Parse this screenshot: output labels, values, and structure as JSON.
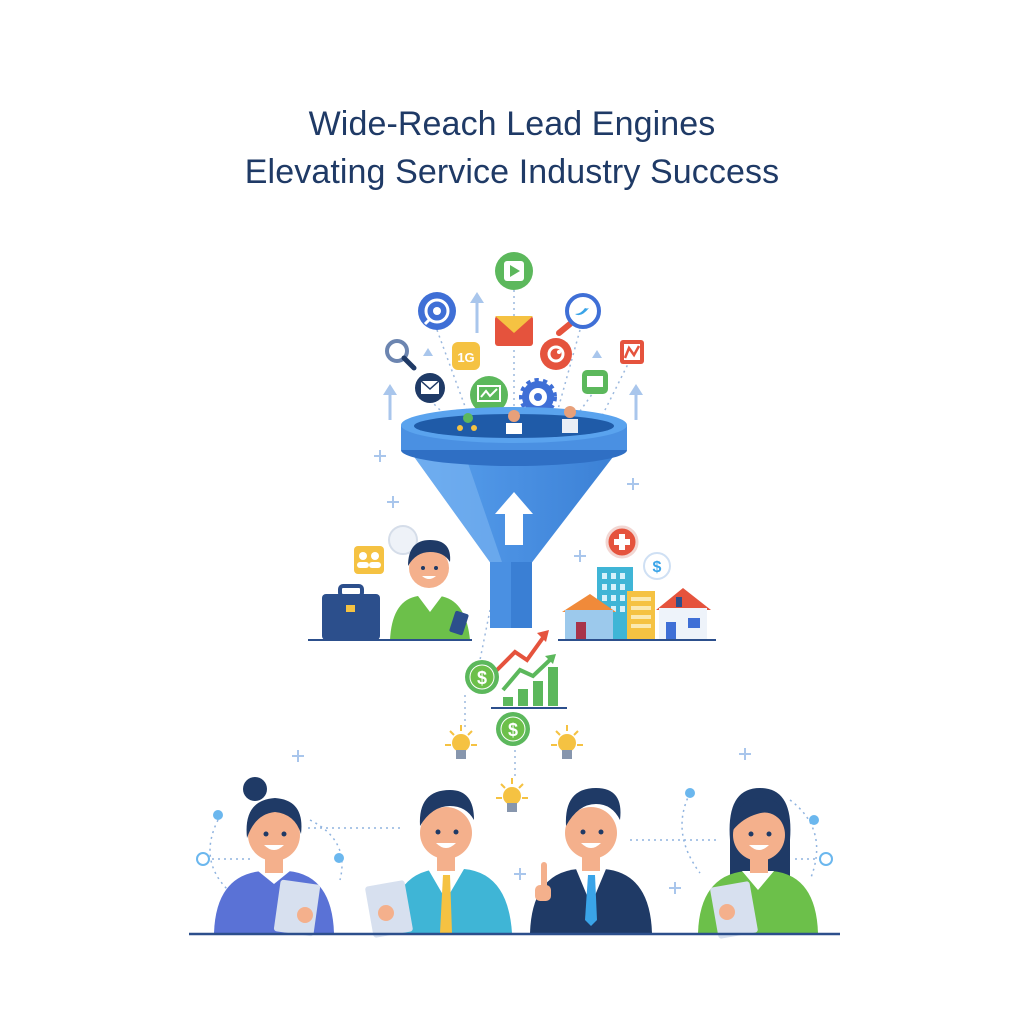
{
  "title": {
    "line1": "Wide-Reach Lead Engines",
    "line2": "Elevating Service Industry Success"
  },
  "colors": {
    "title": "#1f3a66",
    "funnel": "#4a90e2",
    "funnel_dark": "#2f6fc4",
    "green": "#5cb85c",
    "red": "#e5533d",
    "yellow": "#f5c242",
    "navy": "#1f3a66",
    "blue": "#3f6fd6"
  },
  "funnel_icons": [
    {
      "name": "video-play-icon",
      "color": "#5cb85c"
    },
    {
      "name": "target-search-icon",
      "color": "#3f6fd6"
    },
    {
      "name": "email-icon",
      "color": "#e5533d"
    },
    {
      "name": "twitter-search-icon",
      "color": "#3f6fd6"
    },
    {
      "name": "magnifier-icon",
      "color": "#5a7fb5"
    },
    {
      "name": "coupon-icon",
      "color": "#f5c242"
    },
    {
      "name": "refresh-icon",
      "color": "#e5533d"
    },
    {
      "name": "analytics-icon",
      "color": "#e5533d"
    },
    {
      "name": "mail-icon",
      "color": "#1f3a66"
    },
    {
      "name": "monitor-chart-icon",
      "color": "#5cb85c"
    },
    {
      "name": "settings-gear-icon",
      "color": "#3f6fd6"
    },
    {
      "name": "chat-icon",
      "color": "#5cb85c"
    }
  ],
  "scenes": {
    "left": "professional-with-phone",
    "right": "city-services",
    "bottom": "team-of-four"
  }
}
